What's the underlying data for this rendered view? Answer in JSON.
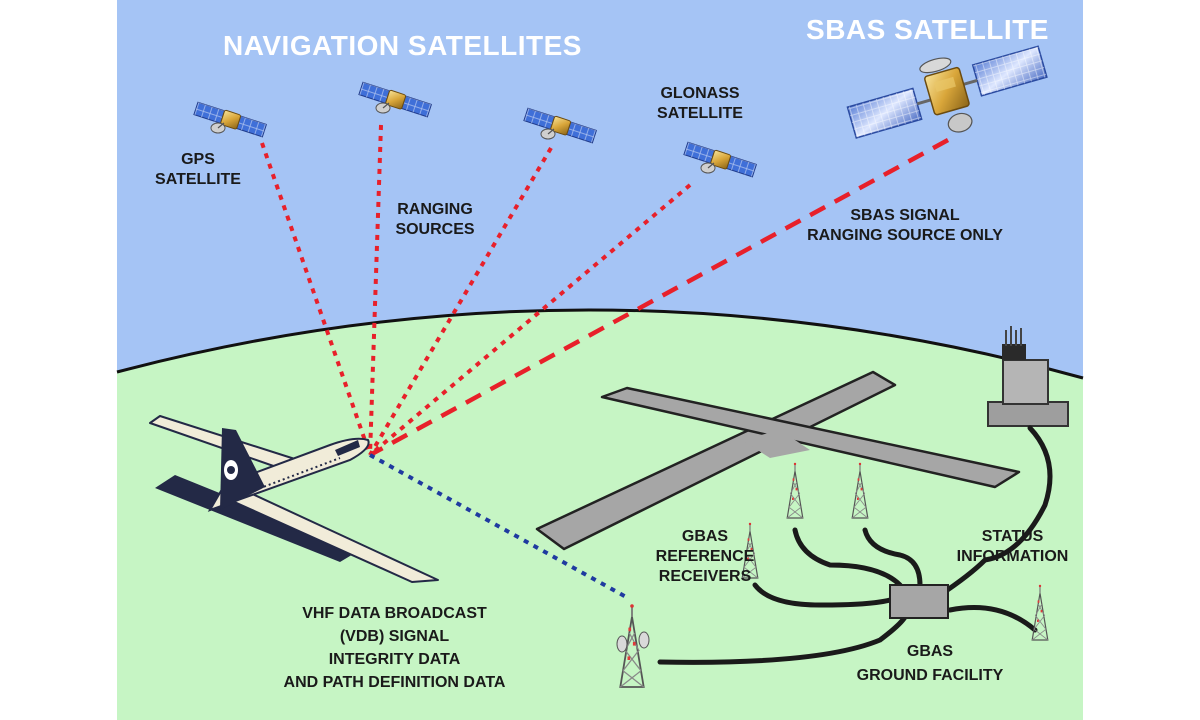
{
  "headings": {
    "navigation": "NAVIGATION SATELLITES",
    "sbas": "SBAS SATELLITE"
  },
  "labels": {
    "gps": [
      "GPS",
      "SATELLITE"
    ],
    "ranging": [
      "RANGING",
      "SOURCES"
    ],
    "glonass": [
      "GLONASS",
      "SATELLITE"
    ],
    "sbas_signal": [
      "SBAS SIGNAL",
      "RANGING SOURCE ONLY"
    ],
    "gbas_receivers": [
      "GBAS",
      "REFERENCE",
      "RECEIVERS"
    ],
    "status": [
      "STATUS",
      "INFORMATION"
    ],
    "vdb": [
      "VHF DATA BROADCAST",
      "(VDB) SIGNAL",
      "INTEGRITY DATA",
      "AND PATH DEFINITION DATA"
    ],
    "ground_facility": [
      "GBAS",
      "GROUND FACILITY"
    ]
  },
  "colors": {
    "sky": "#a5c4f5",
    "ground": "#c6f5c4",
    "ranging_signal": "#e8202a",
    "vdb_signal": "#1f3aa0",
    "runway": "#a6a6a6",
    "cable": "#1a1a1a",
    "aircraft_tail": "#232946",
    "aircraft_body": "#f1ecd9"
  },
  "icons": [
    "gps-satellite-icon",
    "satellite-icon",
    "glonass-satellite-icon",
    "sbas-satellite-icon",
    "aircraft-icon",
    "runway-icon",
    "control-tower-icon",
    "antenna-tower-icon",
    "ground-facility-box-icon"
  ]
}
